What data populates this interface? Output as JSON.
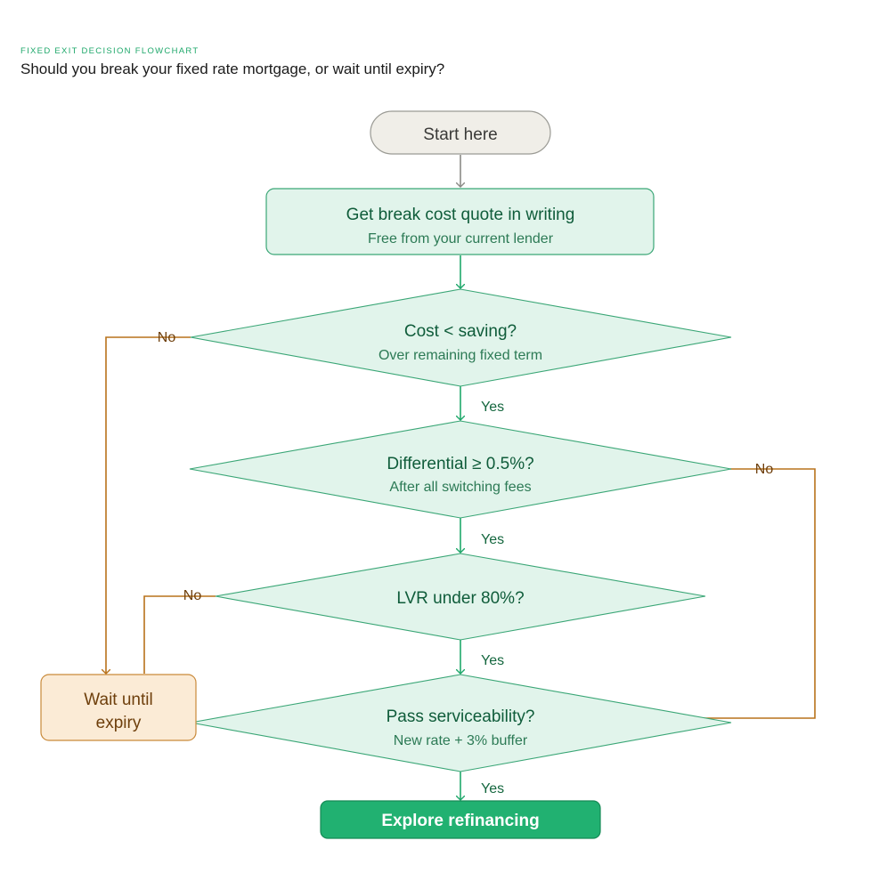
{
  "header": {
    "eyebrow": "FIXED EXIT DECISION FLOWCHART",
    "subtitle": "Should you break your fixed rate mortgage, or wait until expiry?"
  },
  "nodes": {
    "start": {
      "label": "Start here"
    },
    "quote": {
      "title": "Get break cost quote in writing",
      "sub": "Free from your current lender"
    },
    "cost": {
      "title": "Cost < saving?",
      "sub": "Over remaining fixed term"
    },
    "differential": {
      "title": "Differential ≥ 0.5%?",
      "sub": "After all switching fees"
    },
    "lvr": {
      "title": "LVR under 80%?"
    },
    "serviceability": {
      "title": "Pass serviceability?",
      "sub": "New rate + 3% buffer"
    },
    "wait": {
      "line1": "Wait until",
      "line2": "expiry"
    },
    "explore": {
      "label": "Explore refinancing"
    }
  },
  "edges": {
    "yes": "Yes",
    "no": "No"
  },
  "colors": {
    "green_dark": "#0f5c3a",
    "green_accent": "#1fa86b",
    "green_fill": "#e1f4eb",
    "green_stroke": "#3aa676",
    "orange_stroke": "#b8721b",
    "orange_fill": "#fbebd6",
    "orange_text": "#6e3f0c",
    "grey_fill": "#f0eee8",
    "grey_stroke": "#9a9a94"
  }
}
